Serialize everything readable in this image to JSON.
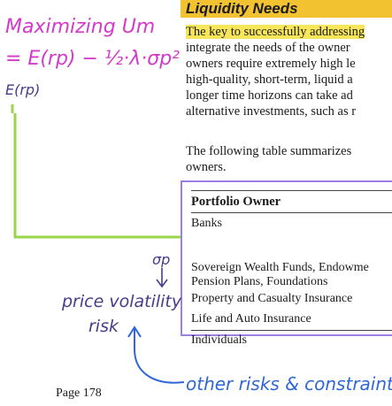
{
  "section": {
    "heading": "Liquidity Needs",
    "paragraph1": [
      "The key to successfully addressing",
      "integrate the needs of the owner",
      "owners require extremely high le",
      "high-quality, short-term, liquid a",
      "longer time horizons can take ad",
      "alternative investments, such as r"
    ],
    "paragraph2": [
      "The following table summarizes",
      "owners."
    ]
  },
  "table": {
    "header": "Portfolio Owner",
    "rows": [
      [
        "Banks"
      ],
      [
        "Sovereign Wealth Funds, Endowme",
        "Pension Plans, Foundations"
      ],
      [
        "Property and Casualty Insurance"
      ],
      [
        "Life and Auto Insurance"
      ],
      [
        "Individuals"
      ]
    ]
  },
  "footer": {
    "page_label": "Page 178"
  },
  "annotations": {
    "formula_title": "Maximizing Um",
    "formula": "= E(rp) − ½·λ·σp²",
    "axis_label": "E(rp)",
    "sigma_label": "σp",
    "price_volatility": "price volatility",
    "risk": "risk",
    "other_risks": "other risks & constraints"
  },
  "colors": {
    "highlight_yellow": "#f8e65a",
    "heading_band": "#f2c230",
    "green_bracket": "#99d64a",
    "table_border": "#9d7fe8",
    "ink_magenta": "#d43ac9",
    "ink_blue": "#2f66d8",
    "ink_purple": "#4a3a8c"
  }
}
